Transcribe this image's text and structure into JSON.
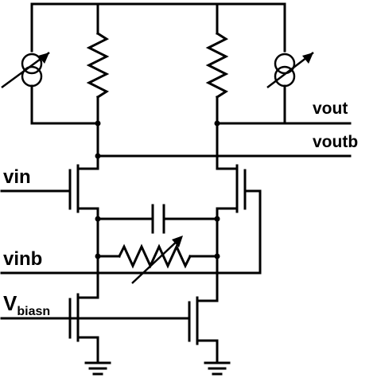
{
  "labels": {
    "vout": "vout",
    "voutb": "voutb",
    "vin": "vin",
    "vinb": "vinb",
    "vbias_main": "V",
    "vbias_sub": "biasn"
  },
  "colors": {
    "wire": "#000000",
    "background": "#ffffff"
  },
  "icons": {
    "current_source": "variable-current-source-icon",
    "resistor": "resistor-icon",
    "variable_resistor": "variable-resistor-icon",
    "capacitor": "capacitor-icon",
    "transistor": "nmos-transistor-icon",
    "ground": "ground-icon"
  }
}
